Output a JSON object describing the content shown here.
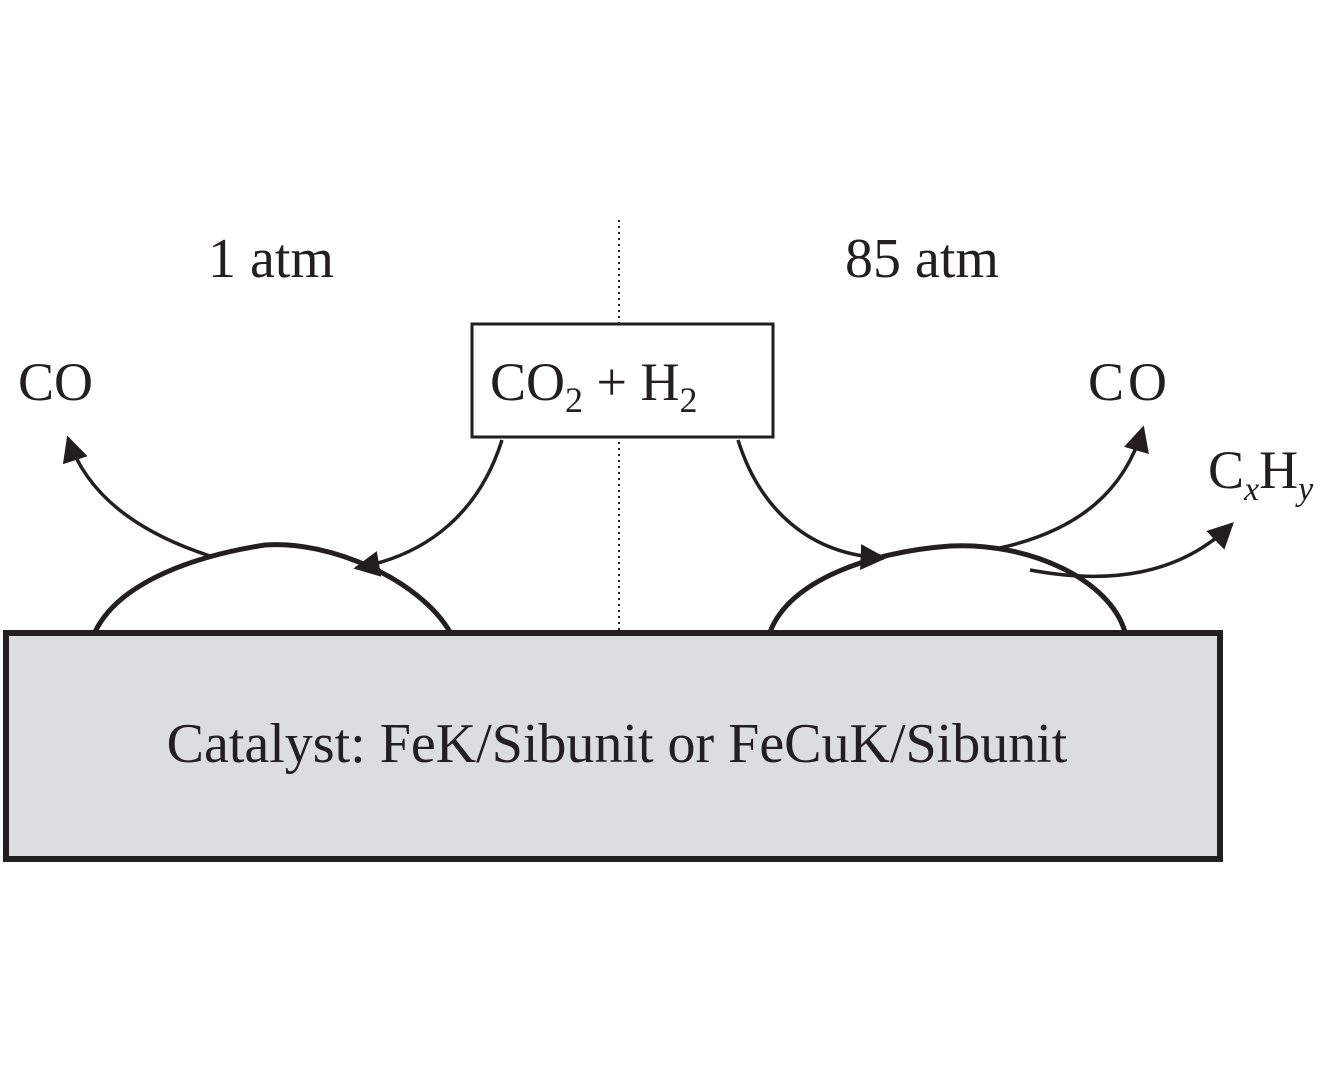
{
  "labels": {
    "left_pressure": "1 atm",
    "right_pressure": "85 atm",
    "reactants_main": "CO",
    "reactants_sub1": "2",
    "reactants_plus": " + H",
    "reactants_sub2": "2",
    "left_product": "CO",
    "right_product_co": "CO",
    "right_product_c": "C",
    "right_product_x": "x",
    "right_product_h": "H",
    "right_product_y": "y",
    "catalyst": "Catalyst: FeK/Sibunit or FeCuK/Sibunit"
  },
  "colors": {
    "catalyst_fill": "#dcdddf",
    "ink": "#231f20"
  }
}
